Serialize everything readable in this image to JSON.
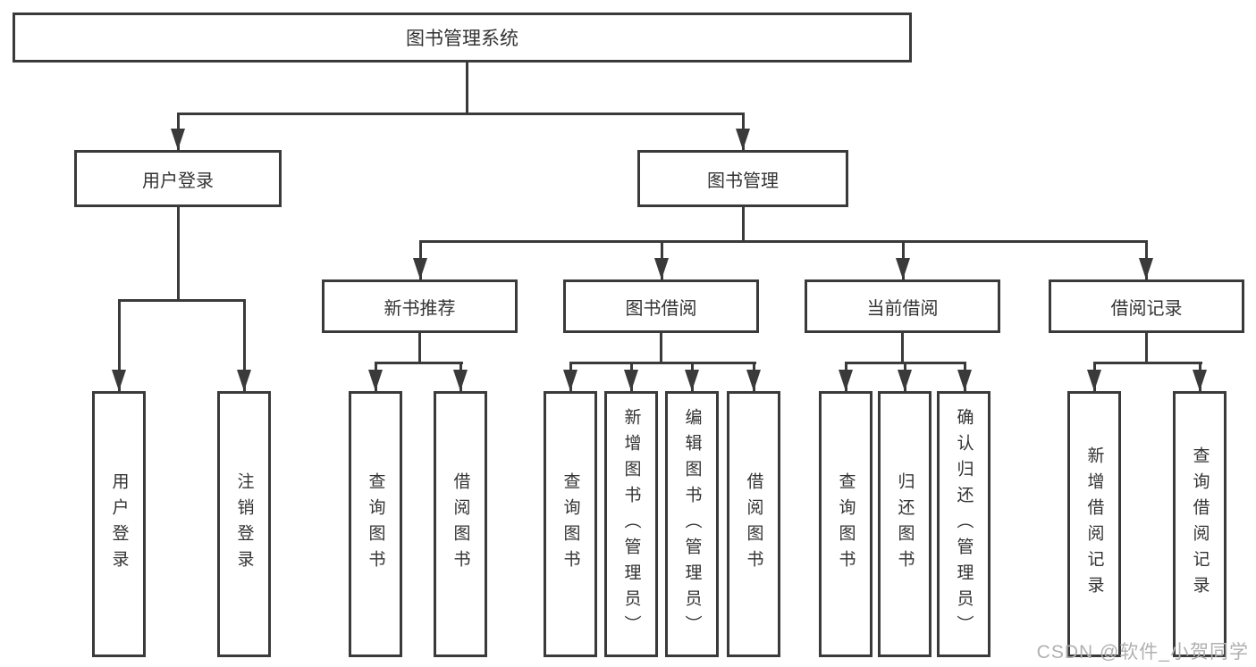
{
  "diagram": {
    "root": "图书管理系统",
    "level2": [
      "用户登录",
      "图书管理"
    ],
    "level3": [
      "新书推荐",
      "图书借阅",
      "当前借阅",
      "借阅记录"
    ],
    "leaves": [
      "用户登录",
      "注销登录",
      "查询图书",
      "借阅图书",
      "查询图书",
      "新增图书（管理员）",
      "编辑图书（管理员）",
      "借阅图书",
      "查询图书",
      "归还图书",
      "确认归还（管理员）",
      "新增借阅记录",
      "查询借阅记录"
    ]
  },
  "watermark": "CSDN @软件_小贺同学",
  "colors": {
    "line": "#3a3a3a",
    "text": "#333333",
    "watermark": "#b0b0b0",
    "background": "#ffffff"
  }
}
